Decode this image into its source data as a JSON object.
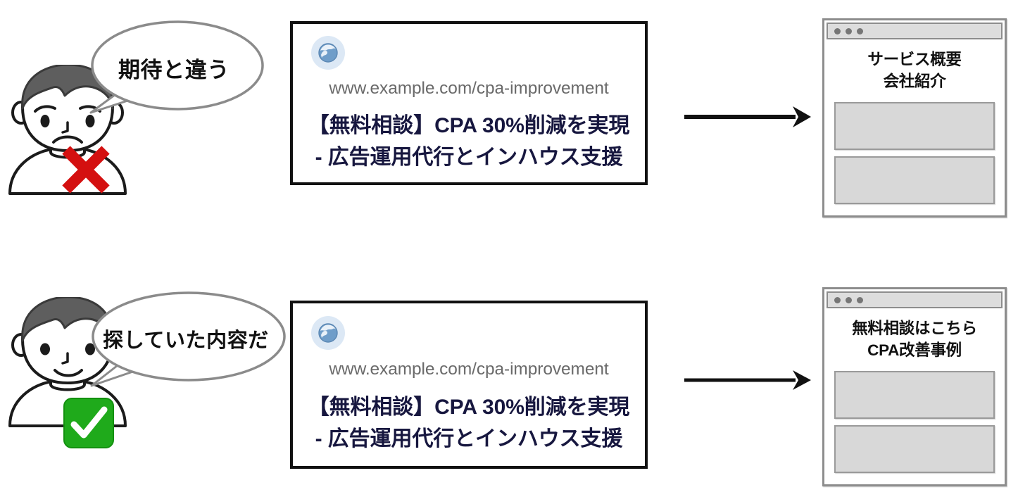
{
  "diagram": {
    "title": "Ad to landing page message-match comparison",
    "colors": {
      "headline_navy": "#17173f",
      "url_gray": "#6a6a6a",
      "favicon_bg": "#dce8f5",
      "negative_red": "#d41010",
      "positive_green": "#1faa1b",
      "browser_border": "#8d8d8d",
      "block_fill": "#d8d8d8"
    }
  },
  "rows": [
    {
      "id": "negative",
      "persona": {
        "name": "frowning-person",
        "expression": "sad",
        "badge": "x-mark",
        "badge_color": "#d41010"
      },
      "bubble": {
        "text": "期待と違う",
        "font_size": 31
      },
      "ad": {
        "favicon": "globe-icon",
        "url": "www.example.com/cpa-improvement",
        "headline_line1": "【無料相談】CPA 30%削減を実現",
        "headline_line2": "- 広告運用代行とインハウス支援"
      },
      "arrow": {
        "name": "flow-arrow-right",
        "direction": "right"
      },
      "browser": {
        "dots": 3,
        "title_line1": "サービス概要",
        "title_line2": "会社紹介",
        "content_blocks": 2
      }
    },
    {
      "id": "positive",
      "persona": {
        "name": "smiling-person",
        "expression": "happy",
        "badge": "check-mark",
        "badge_color": "#1faa1b"
      },
      "bubble": {
        "text": "探していた内容だ",
        "font_size": 29
      },
      "ad": {
        "favicon": "globe-icon",
        "url": "www.example.com/cpa-improvement",
        "headline_line1": "【無料相談】CPA 30%削減を実現",
        "headline_line2": "- 広告運用代行とインハウス支援"
      },
      "arrow": {
        "name": "flow-arrow-right",
        "direction": "right"
      },
      "browser": {
        "dots": 3,
        "title_line1": "無料相談はこちら",
        "title_line2": "CPA改善事例",
        "content_blocks": 2
      }
    }
  ]
}
